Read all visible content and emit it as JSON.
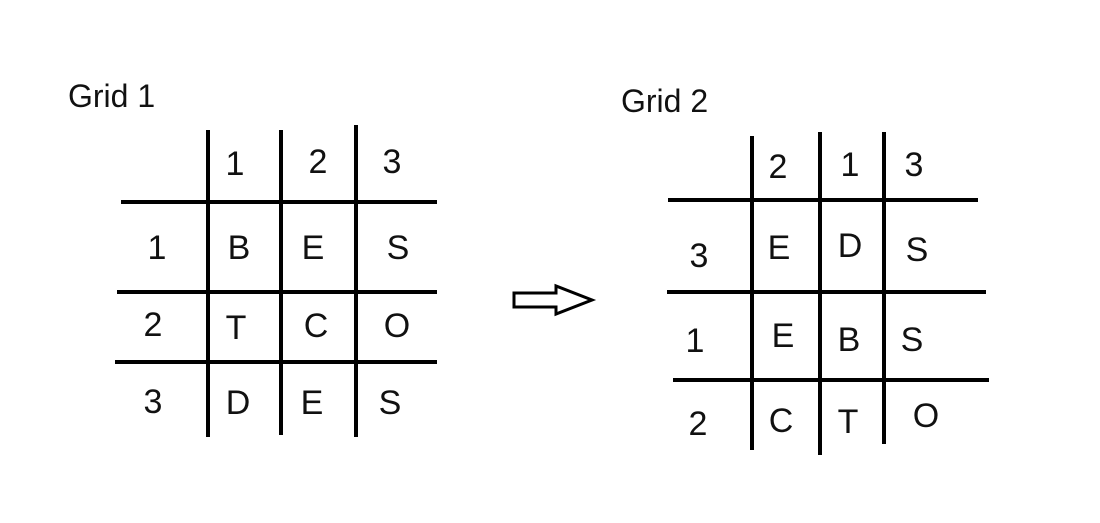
{
  "grids": [
    {
      "title": "Grid 1",
      "col_headers": [
        "1",
        "2",
        "3"
      ],
      "row_headers": [
        "1",
        "2",
        "3"
      ],
      "cells": [
        [
          "B",
          "E",
          "S"
        ],
        [
          "T",
          "C",
          "O"
        ],
        [
          "D",
          "E",
          "S"
        ]
      ]
    },
    {
      "title": "Grid 2",
      "col_headers": [
        "2",
        "1",
        "3"
      ],
      "row_headers": [
        "3",
        "1",
        "2"
      ],
      "cells": [
        [
          "E",
          "D",
          "S"
        ],
        [
          "E",
          "B",
          "S"
        ],
        [
          "C",
          "T",
          "O"
        ]
      ]
    }
  ],
  "arrow": {
    "icon": "right-arrow-icon",
    "color": "#000000"
  }
}
